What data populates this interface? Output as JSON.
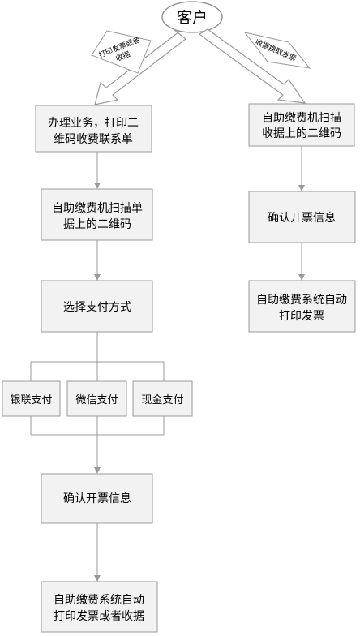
{
  "start": {
    "label": "客户"
  },
  "left_branch_label": [
    "打印发票或者",
    "收据"
  ],
  "right_branch_label": [
    "收据换取发票"
  ],
  "left_flow": {
    "step1": [
      "办理业务，打印二",
      "维码收费联系单"
    ],
    "step2": [
      "自助缴费机扫描单",
      "据上的二维码"
    ],
    "step3": [
      "选择支付方式"
    ],
    "payment_options": [
      "银联支付",
      "微信支付",
      "现金支付"
    ],
    "step4": [
      "确认开票信息"
    ],
    "step5": [
      "自助缴费系统自动",
      "打印发票或者收据"
    ]
  },
  "right_flow": {
    "step1": [
      "自助缴费机扫描",
      "收据上的二维码"
    ],
    "step2": [
      "确认开票信息"
    ],
    "step3": [
      "自助缴费系统自动",
      "打印发票"
    ]
  }
}
